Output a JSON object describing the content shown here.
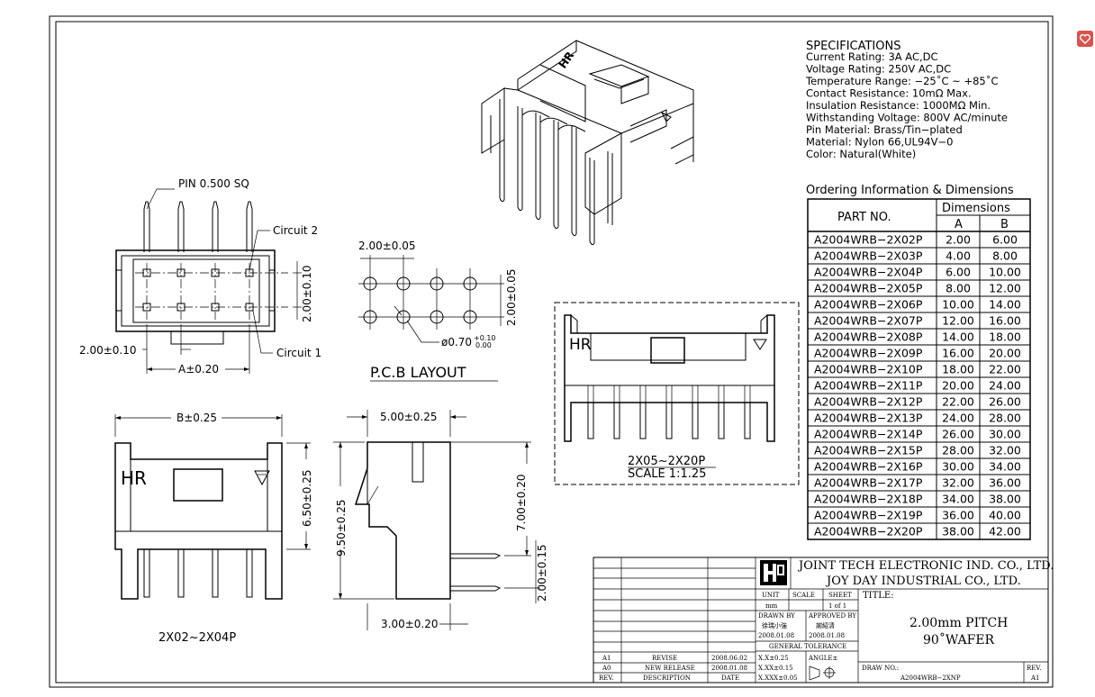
{
  "specs": {
    "title": "SPECIFICATIONS",
    "lines": [
      "Current  Rating:  3A  AC,DC",
      "Voltage  Rating:  250V  AC,DC",
      "Temperature  Range:  −25˚C  ~  +85˚C",
      "Contact  Resistance:  10mΩ  Max.",
      "Insulation  Resistance:  1000MΩ  Min.",
      "Withstanding  Voltage:  800V  AC/minute",
      "Pin  Material:  Brass/Tin−plated",
      "Material:  Nylon  66,UL94V−0",
      "Color:  Natural(White)"
    ]
  },
  "ordering": {
    "title": "Ordering  Information  &  Dimensions",
    "col_part": "PART  NO.",
    "col_dims": "Dimensions",
    "col_a": "A",
    "col_b": "B",
    "rows": [
      {
        "part": "A2004WRB−2X02P",
        "a": "2.00",
        "b": "6.00"
      },
      {
        "part": "A2004WRB−2X03P",
        "a": "4.00",
        "b": "8.00"
      },
      {
        "part": "A2004WRB−2X04P",
        "a": "6.00",
        "b": "10.00"
      },
      {
        "part": "A2004WRB−2X05P",
        "a": "8.00",
        "b": "12.00"
      },
      {
        "part": "A2004WRB−2X06P",
        "a": "10.00",
        "b": "14.00"
      },
      {
        "part": "A2004WRB−2X07P",
        "a": "12.00",
        "b": "16.00"
      },
      {
        "part": "A2004WRB−2X08P",
        "a": "14.00",
        "b": "18.00"
      },
      {
        "part": "A2004WRB−2X09P",
        "a": "16.00",
        "b": "20.00"
      },
      {
        "part": "A2004WRB−2X10P",
        "a": "18.00",
        "b": "22.00"
      },
      {
        "part": "A2004WRB−2X11P",
        "a": "20.00",
        "b": "24.00"
      },
      {
        "part": "A2004WRB−2X12P",
        "a": "22.00",
        "b": "26.00"
      },
      {
        "part": "A2004WRB−2X13P",
        "a": "24.00",
        "b": "28.00"
      },
      {
        "part": "A2004WRB−2X14P",
        "a": "26.00",
        "b": "30.00"
      },
      {
        "part": "A2004WRB−2X15P",
        "a": "28.00",
        "b": "32.00"
      },
      {
        "part": "A2004WRB−2X16P",
        "a": "30.00",
        "b": "34.00"
      },
      {
        "part": "A2004WRB−2X17P",
        "a": "32.00",
        "b": "36.00"
      },
      {
        "part": "A2004WRB−2X18P",
        "a": "34.00",
        "b": "38.00"
      },
      {
        "part": "A2004WRB−2X19P",
        "a": "36.00",
        "b": "40.00"
      },
      {
        "part": "A2004WRB−2X20P",
        "a": "38.00",
        "b": "42.00"
      }
    ]
  },
  "labels": {
    "pin": "PIN  0.500  SQ",
    "circuit2": "Circuit  2",
    "circuit1": "Circuit  1",
    "dim_pitch_left": "2.00±0.10",
    "dim_a": "A±0.20",
    "dim_side_010": "2.00±0.10",
    "pcb_pitch": "2.00±0.05",
    "pcb_vertical": "2.00±0.05",
    "pcb_hole": "ø0.70",
    "pcb_hole_tol_plus": "+0.10",
    "pcb_hole_tol_minus": "0.00",
    "pcb_title": "P.C.B  LAYOUT",
    "dim_b": "B±0.25",
    "dim_650": "6.50±0.25",
    "hr_mark": "HR",
    "front_caption": "2X02~2X04P",
    "dim_500": "5.00±0.25",
    "dim_950": "9.50±0.25",
    "dim_700": "7.00±0.20",
    "dim_200_015": "2.00±0.15",
    "dim_300": "3.00±0.20",
    "large_caption": "2X05~2X20P",
    "large_scale": "SCALE  1:1.25",
    "iso_mark": "HR"
  },
  "titleblock": {
    "company_en": "JOINT  TECH  ELECTRONIC  IND.  CO.,  LTD.",
    "company_en2": "JOY  DAY  INDUSTRIAL  CO.,  LTD.",
    "unit_label": "UNIT",
    "scale_label": "SCALE",
    "sheet_label": "SHEET",
    "unit_value": "mm",
    "sheet_value": "1  of  1",
    "title_label": "TITLE:",
    "title_line1": "2.00mm  PITCH",
    "title_line2": "90˚WAFER",
    "drawn_by": "DRAWN  BY",
    "approved_by": "APPROVED  BY",
    "drawn_name": "徐瑞小強",
    "approved_name": "謝紹清",
    "drawn_date": "2008.01.08",
    "approved_date": "2008.01.08",
    "general_tol": "GENERAL  TOLERANCE",
    "tol1": "X.X±0.25",
    "tol2": "X.XX±0.15",
    "tol3": "X.XXX±0.05",
    "angle": "ANGLE±",
    "drw_no_label": "DRAW  NO.:",
    "drw_no": "A2004WRB−2XNP",
    "rev_label": "REV.",
    "rev_value": "A1",
    "revisions": [
      {
        "rev": "A1",
        "desc": "REVISE",
        "date": "2008.06.02"
      },
      {
        "rev": "A0",
        "desc": "NEW  RELEASE",
        "date": "2008.01.08"
      }
    ],
    "hdr_rev": "REV.",
    "hdr_desc": "DESCRIPTION",
    "hdr_date": "DATE"
  },
  "icons": {
    "corner": "heart-badge-icon",
    "logo": "company-logo-icon"
  },
  "colors": {
    "ink": "#000000",
    "paper": "#ffffff",
    "badge": "#d9534f"
  }
}
